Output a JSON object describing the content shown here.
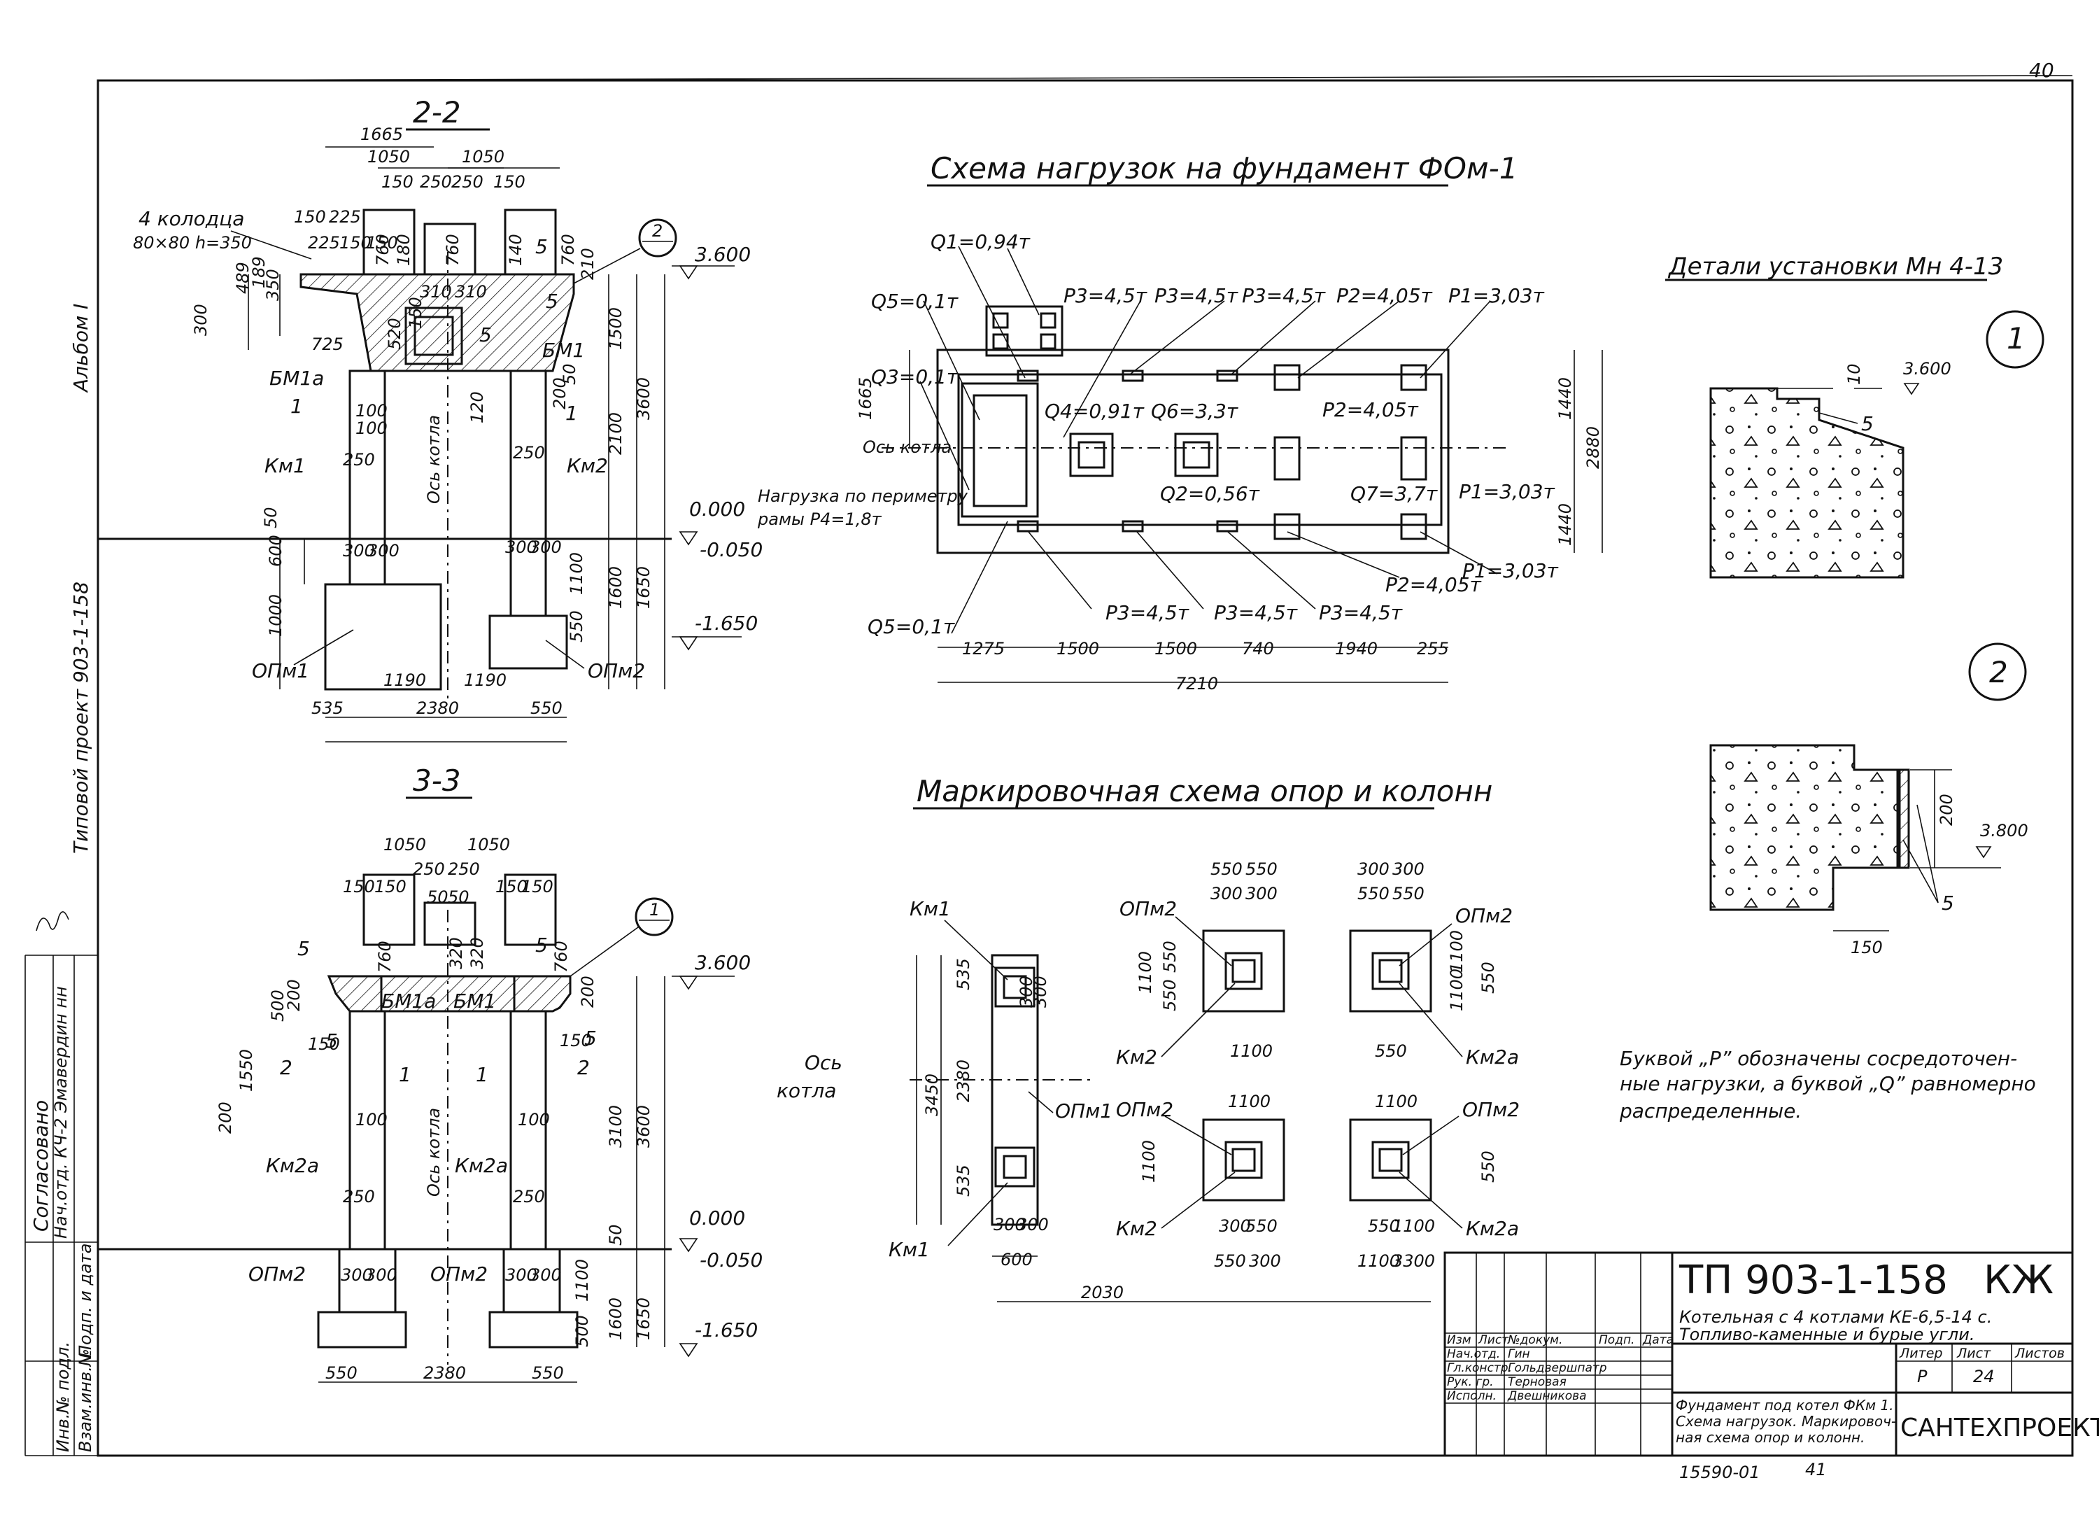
{
  "sheet": {
    "page_number": "40",
    "album": "Альбом I",
    "project_vertical": "Типовой проект 903-1-158",
    "agreed": "Согласовано",
    "side_rows": [
      "Нач.отд. КЧ-2 Эмавердин нн",
      "",
      "Инв.№ подл.",
      "Подп. и дата",
      "Взам.инв.№"
    ]
  },
  "section22": {
    "title": "2-2",
    "notes": {
      "hole": "4 колодца",
      "hole_size": "80×80 h=350"
    },
    "marks": [
      "5",
      "5",
      "5",
      "БМ1а",
      "БМ1",
      "1",
      "1",
      "Км1",
      "Км2",
      "Ось котла",
      "ОПм1",
      "ОПм2"
    ],
    "dims": [
      "1665",
      "1050",
      "1050",
      "150",
      "250",
      "250",
      "150",
      "150",
      "225",
      "225",
      "150",
      "150",
      "760",
      "760",
      "760",
      "180",
      "140",
      "210",
      "310",
      "310",
      "350",
      "300",
      "489",
      "189",
      "725",
      "520",
      "150",
      "100",
      "100",
      "250",
      "250",
      "300",
      "300",
      "300",
      "300",
      "200",
      "50",
      "120",
      "50",
      "600",
      "1000",
      "1100",
      "550",
      "2100",
      "1500",
      "3600",
      "1600",
      "1650",
      "1190",
      "1190",
      "535",
      "2380",
      "550"
    ],
    "levels": [
      "3.600",
      "0.000",
      "-0.050",
      "-1.650"
    ],
    "callout": "2"
  },
  "section33": {
    "title": "3-3",
    "marks": [
      "5",
      "5",
      "5",
      "5",
      "БМ1а",
      "БМ1",
      "1",
      "1",
      "2",
      "2",
      "Км2а",
      "Км2а",
      "Ось котла",
      "ОПм2",
      "ОПм2"
    ],
    "dims": [
      "1050",
      "1050",
      "250",
      "250",
      "150",
      "150",
      "150",
      "150",
      "50",
      "50",
      "760",
      "760",
      "320",
      "320",
      "500",
      "200",
      "200",
      "1550",
      "150",
      "150",
      "200",
      "100",
      "100",
      "250",
      "250",
      "300",
      "300",
      "300",
      "300",
      "500",
      "3100",
      "3600",
      "50",
      "1100",
      "1600",
      "1650",
      "550",
      "2380",
      "550"
    ],
    "levels": [
      "3.600",
      "0.000",
      "-0.050",
      "-1.650"
    ],
    "callout": "1"
  },
  "loads": {
    "title": "Схема нагрузок на фундамент ФОм-1",
    "labels": [
      "Q1=0,94т",
      "Q5=0,1т",
      "Q3=0,1т",
      "Q4=0,91т",
      "Q6=3,3т",
      "Q2=0,56т",
      "Q7=3,7т",
      "Q5=0,1т",
      "P3=4,5т",
      "P3=4,5т",
      "P3=4,5т",
      "P2=4,05т",
      "P1=3,03т",
      "P2=4,05т",
      "P1=3,03т",
      "P2=4,05т",
      "P1=3,03т",
      "P3=4,5т",
      "P3=4,5т",
      "P3=4,5т"
    ],
    "perimeter_note": [
      "Нагрузка по периметру",
      "рамы P4=1,8т"
    ],
    "axis": "Ось котла",
    "dims_bottom": [
      "1275",
      "1500",
      "1500",
      "740",
      "1940",
      "255"
    ],
    "total": "7210",
    "dims_right": [
      "1440",
      "1440",
      "2880"
    ],
    "dim_left": "1665"
  },
  "marking": {
    "title": "Маркировочная схема опор и колонн",
    "marks": [
      "Км1",
      "ОПм1",
      "Км1",
      "ОПм2",
      "Км2",
      "ОПм2",
      "Км2а",
      "ОПм2",
      "Км2",
      "ОПм2",
      "Км2а"
    ],
    "axis": [
      "Ось",
      "котла"
    ],
    "dims": [
      "535",
      "2380",
      "535",
      "3450",
      "300",
      "300",
      "300",
      "300",
      "600",
      "550",
      "550",
      "300",
      "300",
      "550",
      "550",
      "1100",
      "1100",
      "300",
      "300",
      "550",
      "550",
      "1100",
      "1100",
      "550",
      "550",
      "300",
      "300",
      "550",
      "550",
      "1100",
      "1100",
      "1100",
      "550",
      "550",
      "300",
      "300",
      "1100",
      "1100",
      "550",
      "550",
      "300",
      "300",
      "550",
      "550",
      "1100",
      "1100",
      "3300",
      "2030"
    ]
  },
  "details": {
    "title": "Детали установки Мн 4-13",
    "d1": {
      "num": "1",
      "level": "3.600",
      "dim": "10",
      "mark": "5"
    },
    "d2": {
      "num": "2",
      "level": "3.800",
      "dim": "200",
      "dim2": "150",
      "mark": "5"
    }
  },
  "note": [
    "Буквой „P” обозначены сосредоточен-",
    "ные нагрузки, а буквой „Q” равномерно",
    "распределенные."
  ],
  "stamp": {
    "code": "ТП 903-1-158",
    "mark": "КЖ",
    "object": [
      "Котельная с 4 котлами КЕ-6,5-14 с.",
      "Топливо-каменные и бурые угли."
    ],
    "header": [
      "Изм",
      "Лист",
      "№докум.",
      "Подп.",
      "Дата"
    ],
    "rows": [
      [
        "Нач.отд.",
        "Гин"
      ],
      [
        "Гл.констр.",
        "Гольдвершпатр"
      ],
      [
        "Рук. гр.",
        "Терновая"
      ],
      [
        "Исполн.",
        "Двешникова"
      ]
    ],
    "col_heads": [
      "Литер",
      "Лист",
      "Листов"
    ],
    "col_vals": [
      "Р",
      "24",
      ""
    ],
    "drawing_title": [
      "Фундамент под котел ФКм 1.",
      "Схема нагрузок. Маркировоч-",
      "ная схема опор и колонн."
    ],
    "org": "САНТЕХПРОЕКТ",
    "inv": "15590-01",
    "sheet_no": "41"
  }
}
